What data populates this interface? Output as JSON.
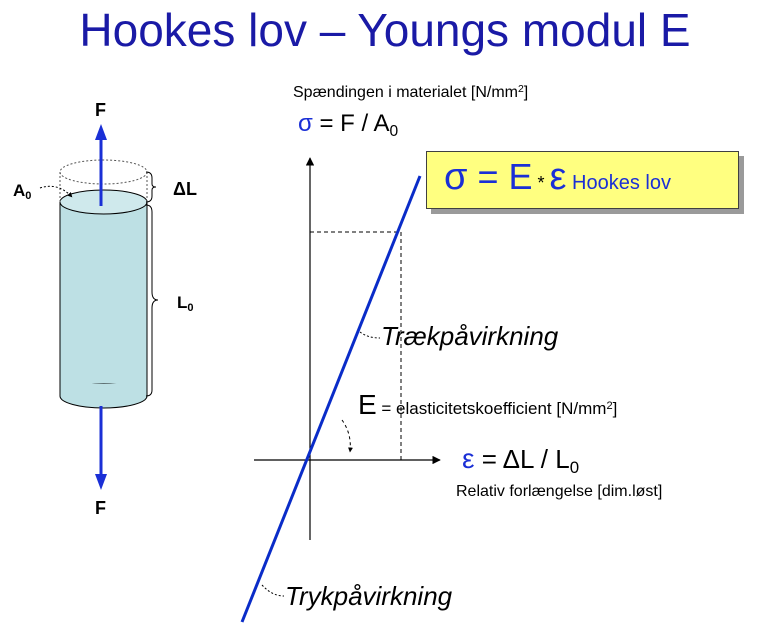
{
  "title": "Hookes lov – Youngs modul E",
  "colors": {
    "title": "#1a1aa6",
    "accent_blue": "#1a2fd6",
    "line_blue": "#0a2cc8",
    "cylinder_fill": "#bde0e4",
    "box_fill": "#ffff80",
    "text": "#000000"
  },
  "cylinder": {
    "force_top_label": "F",
    "force_bottom_label": "F",
    "area_label": "A",
    "area_sub": "0",
    "delta_l_label": "ΔL",
    "length_label": "L",
    "length_sub": "0"
  },
  "graph": {
    "y_axis_caption": "Spændingen i materialet  [N/mm",
    "y_axis_caption_sup": "2",
    "y_axis_caption_end": "]",
    "sigma_symbol": "σ",
    "sigma_formula": " =  F / A",
    "sigma_formula_sub": "0",
    "hooke_sigma": "σ",
    "hooke_eq": " = E",
    "hooke_times": " * ",
    "hooke_eps": "ε",
    "hooke_label": " Hookes lov",
    "tension_label": "Trækpåvirkning",
    "e_symbol": "E",
    "e_description": " = elasticitetskoefficient [N/mm",
    "e_description_sup": "2",
    "e_description_end": "]",
    "eps_symbol": "ε",
    "eps_formula": "  =  ΔL / L",
    "eps_formula_sub": "0",
    "x_axis_caption": "Relativ forlængelse  [dim.løst]",
    "compression_label": "Trykpåvirkning"
  }
}
